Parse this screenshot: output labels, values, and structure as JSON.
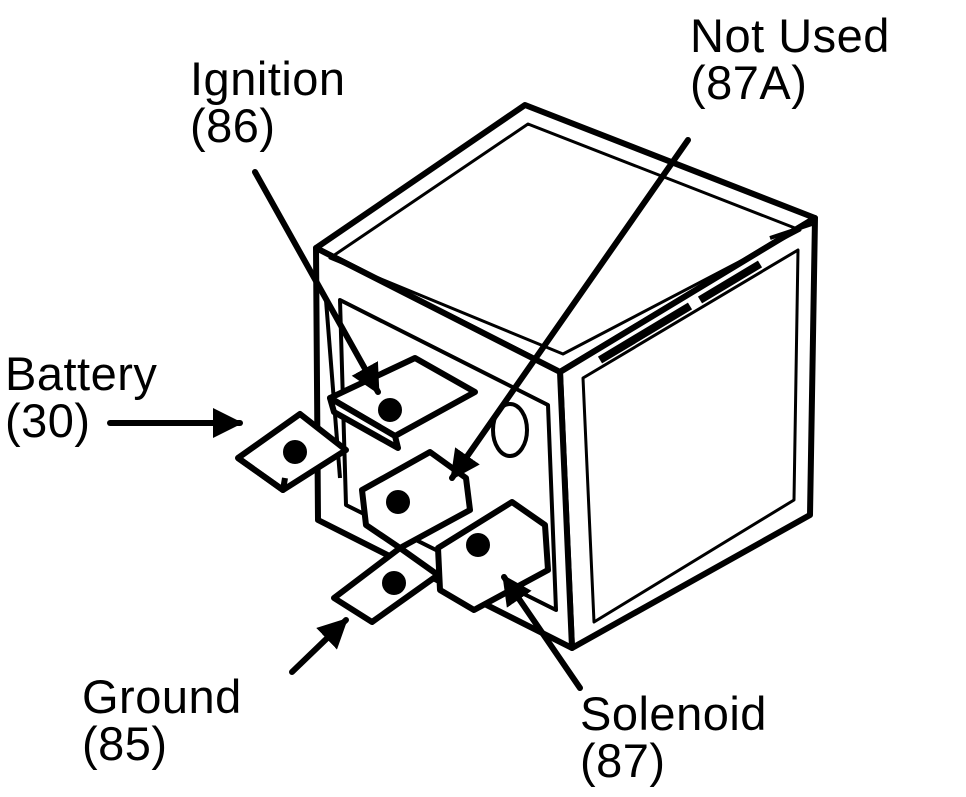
{
  "labels": {
    "ignition": {
      "name": "Ignition",
      "code": "(86)"
    },
    "not_used": {
      "name": "Not Used",
      "code": "(87A)"
    },
    "battery": {
      "name": "Battery",
      "code": "(30)"
    },
    "ground": {
      "name": "Ground",
      "code": "(85)"
    },
    "solenoid": {
      "name": "Solenoid",
      "code": "(87)"
    }
  },
  "colors": {
    "ink": "#000000",
    "paper": "#ffffff"
  }
}
